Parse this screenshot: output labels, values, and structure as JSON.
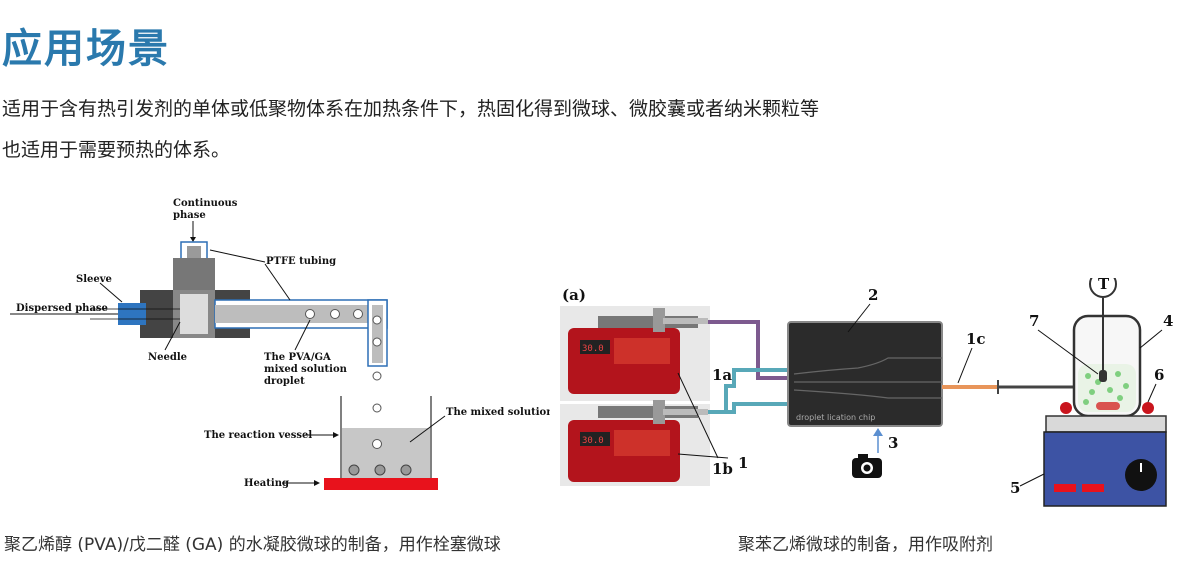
{
  "header": {
    "title": "应用场景",
    "desc_line1": "适用于含有热引发剂的单体或低聚物体系在加热条件下，热固化得到微球、微胶囊或者纳米颗粒等",
    "desc_line2": "也适用于需要预热的体系。"
  },
  "figure_left": {
    "labels": {
      "continuous": "Continuous",
      "phase": "phase",
      "ptfe": "PTFE tubing",
      "sleeve": "Sleeve",
      "dispersed": "Dispersed phase",
      "needle": "Needle",
      "droplet1": "The PVA/GA",
      "droplet2": "mixed solution",
      "droplet3": "droplet",
      "mixed": "The mixed solution",
      "vessel": "The reaction vessel",
      "heating": "Heating"
    },
    "caption": "聚乙烯醇 (PVA)/戊二醛 (GA) 的水凝胶微球的制备，用作栓塞微球"
  },
  "figure_right": {
    "labels": {
      "a": "(a)",
      "n1": "1",
      "n1a": "1a",
      "n1b": "1b",
      "n1c": "1c",
      "n2": "2",
      "n3": "3",
      "n4": "4",
      "n5": "5",
      "n6": "6",
      "n7": "7",
      "T": "T",
      "pump_display": "30.0",
      "chip_text": "droplet    lication  chip"
    },
    "caption": "聚苯乙烯微球的制备，用作吸附剂"
  }
}
